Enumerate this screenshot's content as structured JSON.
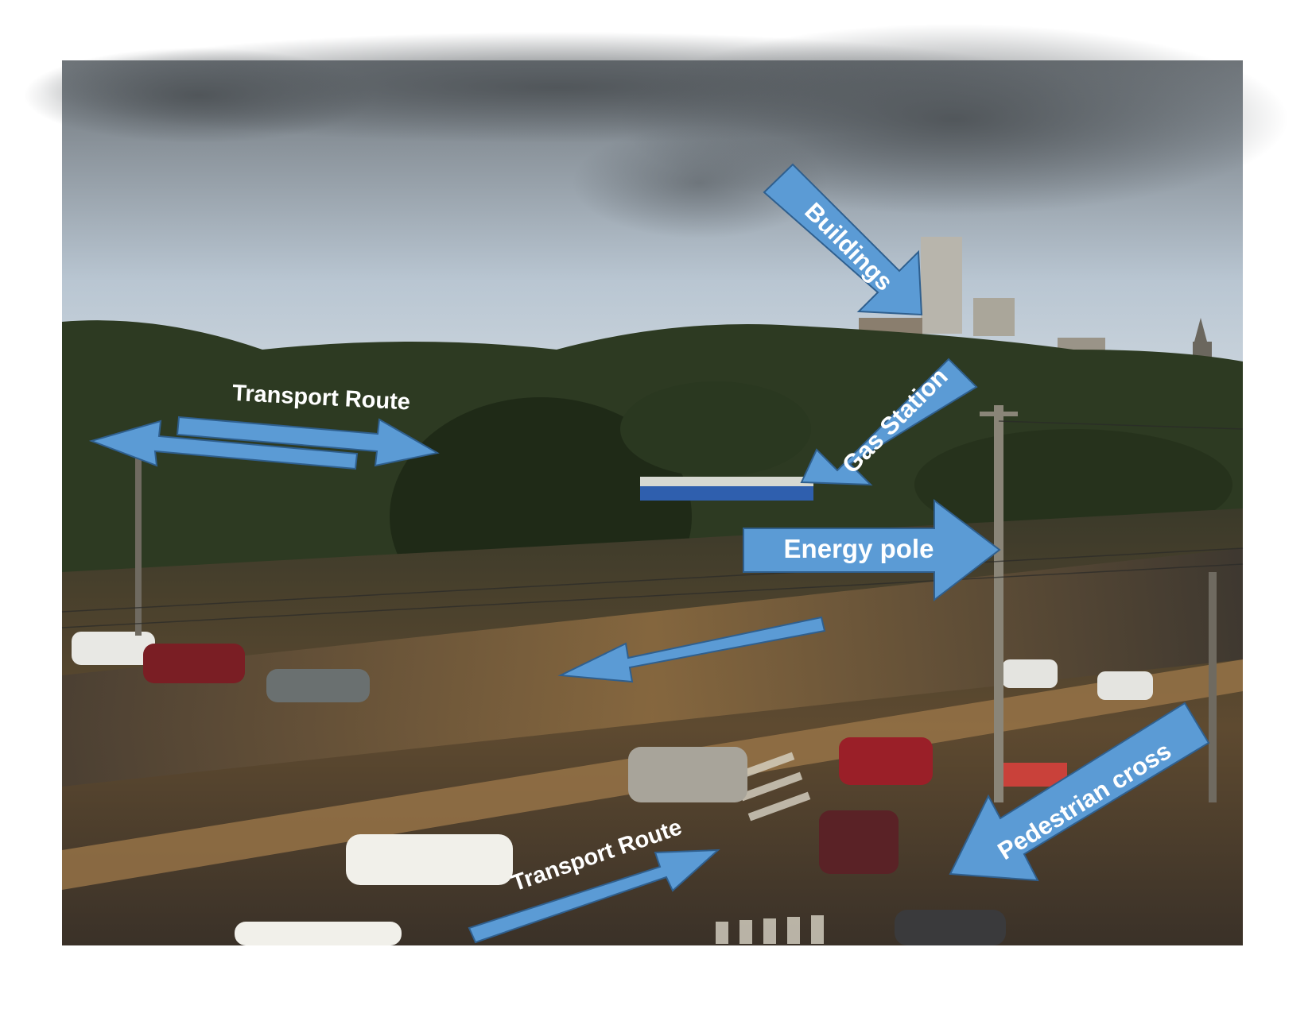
{
  "labels": {
    "buildings": "Buildings",
    "gas_station": "Gas Station",
    "energy_pole": "Energy pole",
    "transport_route_top": "Transport Route",
    "transport_route_bottom": "Transport Route",
    "pedestrian_cross": "Pedestrian cross"
  },
  "colors": {
    "arrow_fill": "#5b9bd5",
    "arrow_stroke": "#2f5f8e",
    "label_text": "#ffffff"
  }
}
